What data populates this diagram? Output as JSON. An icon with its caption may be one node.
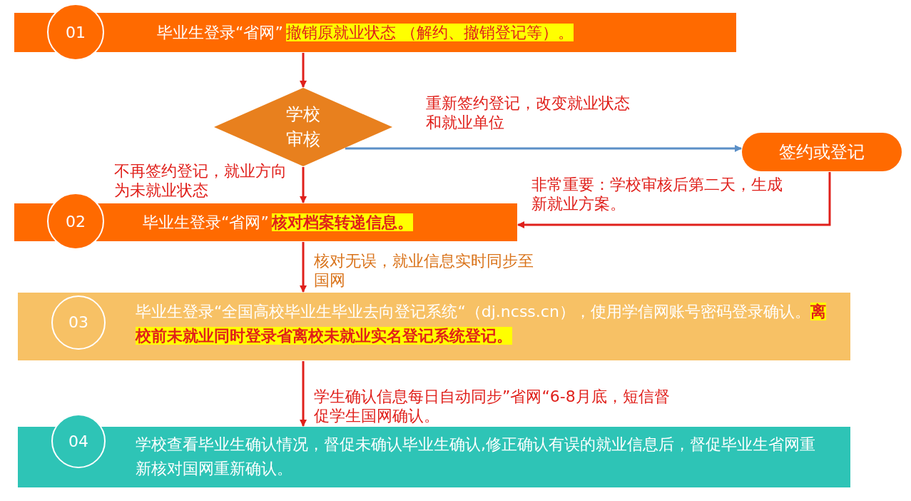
{
  "diagram": {
    "nodes": [
      {
        "text": [
          "毕业生登录“省网”",
          "撤销原就业状态 （解约、撤销登记等）。"
        ]
      },
      {
        "text": [
          "01"
        ]
      },
      {
        "text": [
          "学校审核"
        ]
      },
      {
        "text": [
          "签约或登记"
        ]
      },
      {
        "text": [
          "毕业生登录“省网”",
          "核对档案转递信息。"
        ]
      },
      {
        "text": [
          "02"
        ]
      },
      {
        "text": [
          "毕业生登录“全国高校毕业生毕业去向登记系统“（dj.ncss.cn），使用学信网账号密码登录确认。",
          "离校前未就业同时登录省离校未就业实名登记系统登记。"
        ]
      },
      {
        "text": [
          "03"
        ],
        "in": 6
      },
      {
        "text": [
          "学校查看毕业生确认情况，督促未确认毕业生确认,修正确认有误的就业信息后，督促毕业生省网重新核对国网重新确认。"
        ]
      },
      {
        "text": [
          "04"
        ]
      }
    ],
    "edges": [
      {
        "from": 0,
        "to": 2,
        "arrow": "to"
      },
      {
        "from": 2,
        "to": 4,
        "arrow": "to",
        "label": "不再签约登记，就业方向为未就业状态"
      },
      {
        "from": 2,
        "to": 3,
        "arrow": "to",
        "label": "重新签约登记，改变就业状态和就业单位",
        "color": "#5b8fc7"
      },
      {
        "from": 3,
        "to": 4,
        "arrow": "to",
        "label": "非常重要：学校审核后第二天，生成新就业方案。"
      },
      {
        "from": 4,
        "to": 6,
        "arrow": "to",
        "label": "核对无误，就业信息实时同步至国网"
      },
      {
        "from": 6,
        "to": 8,
        "arrow": "to",
        "label": "学生确认信息每日自动同步”省网“6-8月底，短信督促学生国网确认。"
      }
    ]
  }
}
